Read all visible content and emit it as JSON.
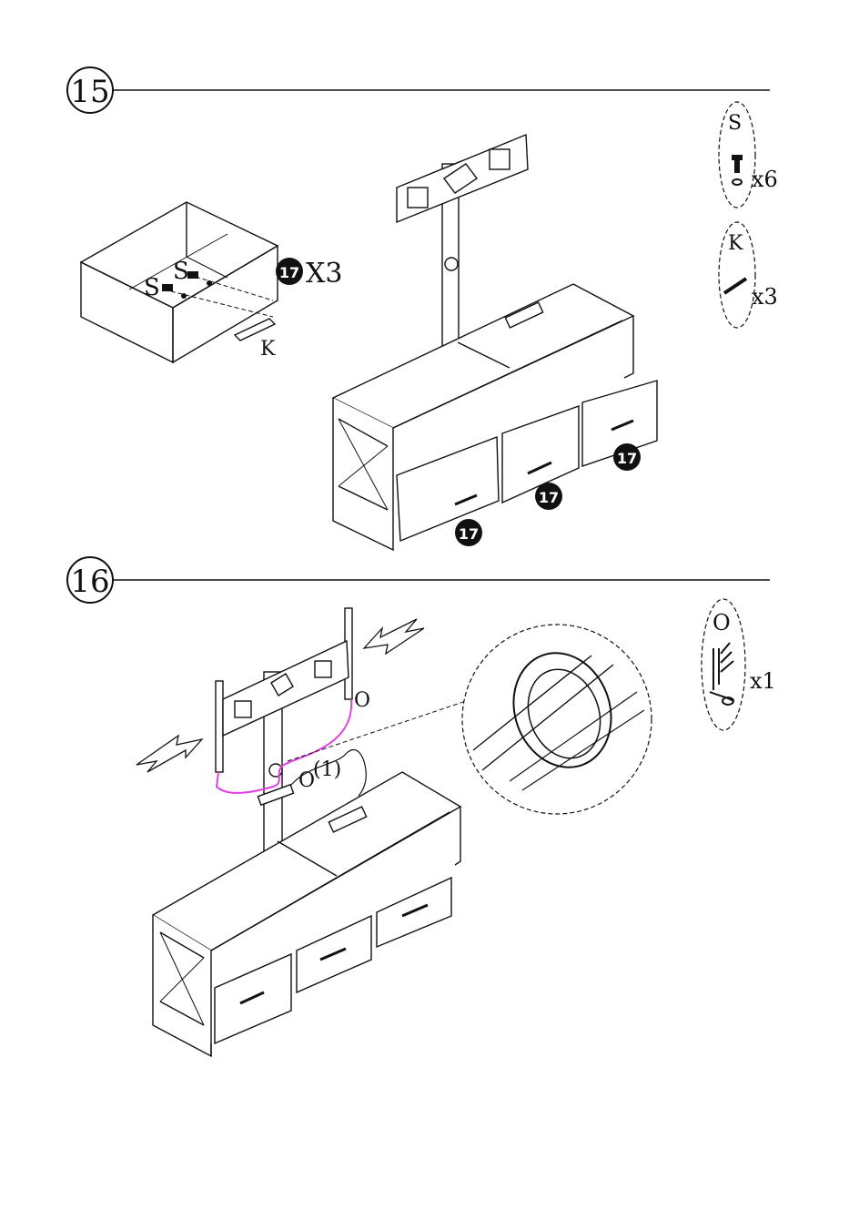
{
  "steps": [
    {
      "number": "15",
      "drawer_part_label": "17",
      "drawer_qty": "X3",
      "screw_label": "S",
      "dowel_label": "K",
      "legend": [
        {
          "part": "S",
          "qty": "x6",
          "icon": "screw-icon"
        },
        {
          "part": "K",
          "qty": "x3",
          "icon": "dowel-icon"
        }
      ],
      "callouts": [
        "17",
        "17",
        "17"
      ]
    },
    {
      "number": "16",
      "cable_tie_label": "O",
      "sub_step": "(1)",
      "legend": [
        {
          "part": "O",
          "qty": "x1",
          "icon": "cable-tie-icon"
        }
      ]
    }
  ],
  "colors": {
    "line": "#111111",
    "cable": "#e040e0",
    "badge": "#111111"
  }
}
